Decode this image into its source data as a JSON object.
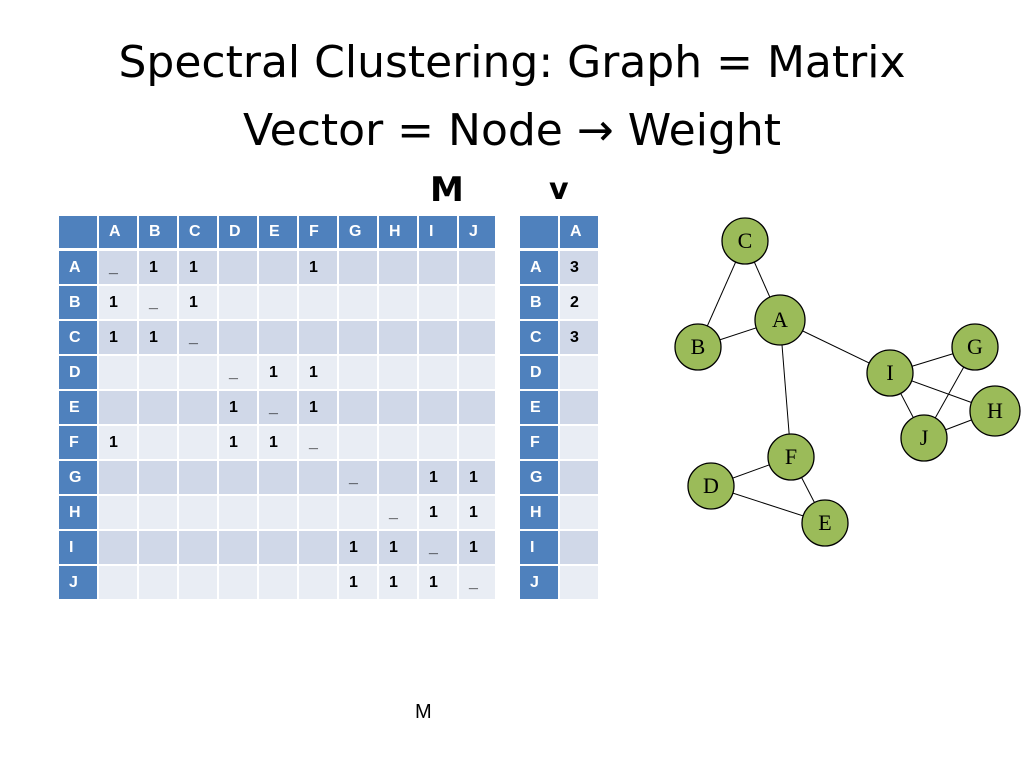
{
  "title": {
    "line1": "Spectral Clustering: Graph = Matrix",
    "line2_prefix": "Vector = Node ",
    "line2_arrow": "→",
    "line2_suffix": " Weight"
  },
  "labels": {
    "m": "M",
    "v": "v",
    "footer": "M"
  },
  "matrix": {
    "columns": [
      "A",
      "B",
      "C",
      "D",
      "E",
      "F",
      "G",
      "H",
      "I",
      "J"
    ],
    "rows": [
      {
        "label": "A",
        "cells": [
          "_",
          "1",
          "1",
          "",
          "",
          "1",
          "",
          "",
          "",
          ""
        ]
      },
      {
        "label": "B",
        "cells": [
          "1",
          "_",
          "1",
          "",
          "",
          "",
          "",
          "",
          "",
          ""
        ]
      },
      {
        "label": "C",
        "cells": [
          "1",
          "1",
          "_",
          "",
          "",
          "",
          "",
          "",
          "",
          ""
        ]
      },
      {
        "label": "D",
        "cells": [
          "",
          "",
          "",
          "_",
          "1",
          "1",
          "",
          "",
          "",
          ""
        ]
      },
      {
        "label": "E",
        "cells": [
          "",
          "",
          "",
          "1",
          "_",
          "1",
          "",
          "",
          "",
          ""
        ]
      },
      {
        "label": "F",
        "cells": [
          "1",
          "",
          "",
          "1",
          "1",
          "_",
          "",
          "",
          "",
          ""
        ]
      },
      {
        "label": "G",
        "cells": [
          "",
          "",
          "",
          "",
          "",
          "",
          "_",
          "",
          "1",
          "1"
        ]
      },
      {
        "label": "H",
        "cells": [
          "",
          "",
          "",
          "",
          "",
          "",
          "",
          "_",
          "1",
          "1"
        ]
      },
      {
        "label": "I",
        "cells": [
          "",
          "",
          "",
          "",
          "",
          "",
          "1",
          "1",
          "_",
          "1"
        ]
      },
      {
        "label": "J",
        "cells": [
          "",
          "",
          "",
          "",
          "",
          "",
          "1",
          "1",
          "1",
          "_"
        ]
      }
    ]
  },
  "vector": {
    "column": "A",
    "rows": [
      {
        "label": "A",
        "value": "3"
      },
      {
        "label": "B",
        "value": "2"
      },
      {
        "label": "C",
        "value": "3"
      },
      {
        "label": "D",
        "value": ""
      },
      {
        "label": "E",
        "value": ""
      },
      {
        "label": "F",
        "value": ""
      },
      {
        "label": "G",
        "value": ""
      },
      {
        "label": "H",
        "value": ""
      },
      {
        "label": "I",
        "value": ""
      },
      {
        "label": "J",
        "value": ""
      }
    ]
  },
  "graph": {
    "nodes": [
      "C",
      "A",
      "B",
      "G",
      "I",
      "H",
      "J",
      "F",
      "D",
      "E"
    ],
    "edges": [
      [
        "C",
        "B"
      ],
      [
        "C",
        "A"
      ],
      [
        "A",
        "B"
      ],
      [
        "A",
        "I"
      ],
      [
        "A",
        "F"
      ],
      [
        "I",
        "G"
      ],
      [
        "I",
        "H"
      ],
      [
        "I",
        "J"
      ],
      [
        "G",
        "J"
      ],
      [
        "H",
        "J"
      ],
      [
        "F",
        "D"
      ],
      [
        "F",
        "E"
      ],
      [
        "D",
        "E"
      ]
    ],
    "node_color": "#9bbb59"
  },
  "colors": {
    "header": "#4f81bd",
    "row_dark": "#d0d8e8",
    "row_light": "#e9edf4"
  }
}
